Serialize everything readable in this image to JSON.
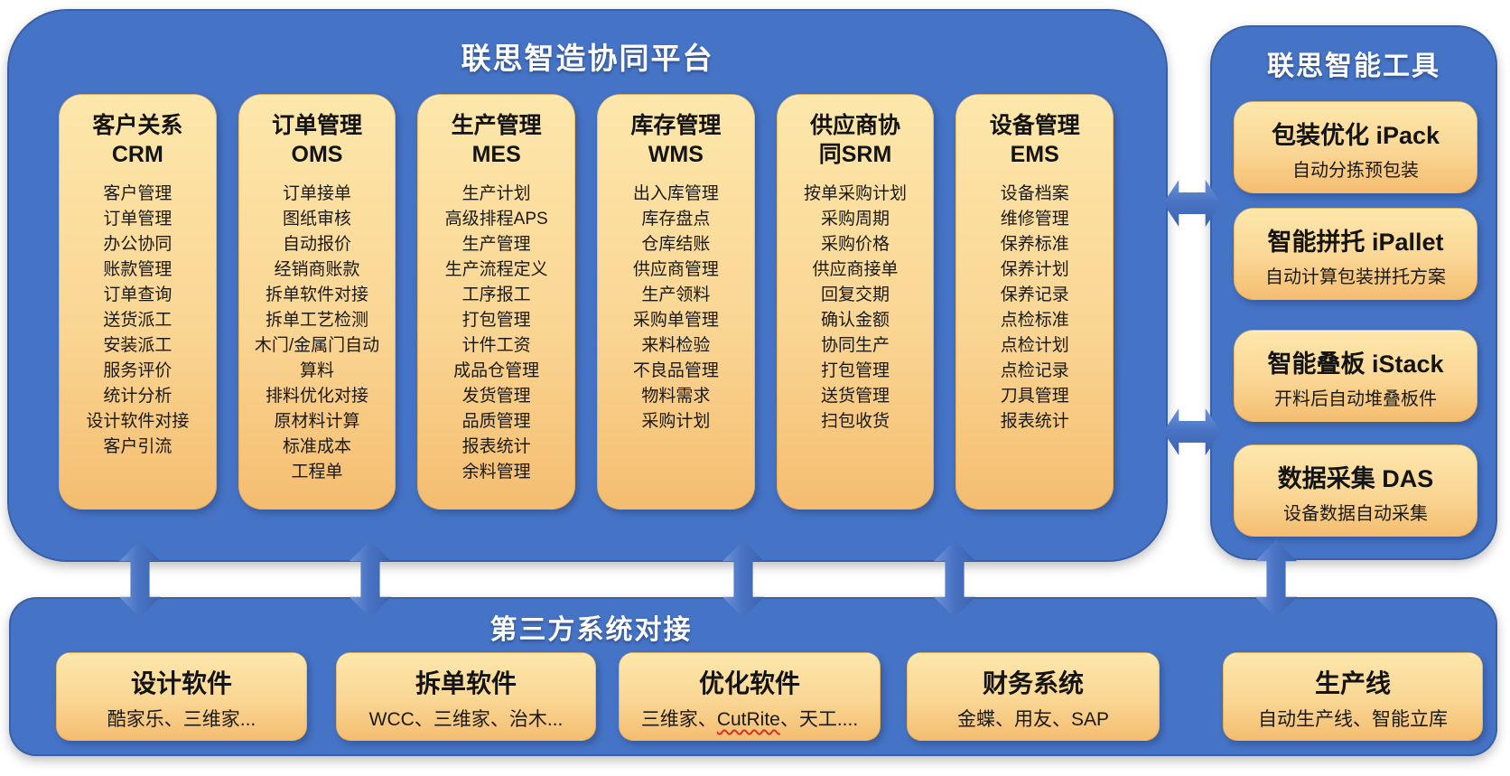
{
  "platform": {
    "title": "联思智造协同平台",
    "columns": [
      {
        "name": "客户关系",
        "code": "CRM",
        "items": [
          "客户管理",
          "订单管理",
          "办公协同",
          "账款管理",
          "订单查询",
          "送货派工",
          "安装派工",
          "服务评价",
          "统计分析",
          "设计软件对接",
          "客户引流"
        ]
      },
      {
        "name": "订单管理",
        "code": "OMS",
        "items": [
          "订单接单",
          "图纸审核",
          "自动报价",
          "经销商账款",
          "拆单软件对接",
          "拆单工艺检测",
          "木门/金属门自动算料",
          "排料优化对接",
          "原材料计算",
          "标准成本",
          "工程单"
        ]
      },
      {
        "name": "生产管理",
        "code": "MES",
        "items": [
          "生产计划",
          "高级排程APS",
          "生产管理",
          "生产流程定义",
          "工序报工",
          "打包管理",
          "计件工资",
          "成品仓管理",
          "发货管理",
          "品质管理",
          "报表统计",
          "余料管理"
        ]
      },
      {
        "name": "库存管理",
        "code": "WMS",
        "items": [
          "出入库管理",
          "库存盘点",
          "仓库结账",
          "供应商管理",
          "生产领料",
          "采购单管理",
          "来料检验",
          "不良品管理",
          "物料需求",
          "采购计划"
        ]
      },
      {
        "name": "供应商协",
        "code": "同SRM",
        "items": [
          "按单采购计划",
          "采购周期",
          "采购价格",
          "供应商接单",
          "回复交期",
          "确认金额",
          "协同生产",
          "打包管理",
          "送货管理",
          "扫包收货"
        ]
      },
      {
        "name": "设备管理",
        "code": "EMS",
        "items": [
          "设备档案",
          "维修管理",
          "保养标准",
          "保养计划",
          "保养记录",
          "点检标准",
          "点检计划",
          "点检记录",
          "刀具管理",
          "报表统计"
        ]
      }
    ]
  },
  "tools": {
    "title": "联思智能工具",
    "cards": [
      {
        "title": "包装优化 iPack",
        "subtitle": "自动分拣预包装"
      },
      {
        "title": "智能拼托 iPallet",
        "subtitle": "自动计算包装拼托方案"
      },
      {
        "title": "智能叠板 iStack",
        "subtitle": "开料后自动堆叠板件"
      },
      {
        "title": "数据采集 DAS",
        "subtitle": "设备数据自动采集"
      }
    ]
  },
  "third_party": {
    "title": "第三方系统对接",
    "cards": [
      {
        "title": "设计软件",
        "subtitle": "酷家乐、三维家..."
      },
      {
        "title": "拆单软件",
        "subtitle": "WCC、三维家、治木..."
      },
      {
        "title": "优化软件",
        "sub_pre": "三维家、",
        "sub_marked": "CutRite",
        "sub_post": "、天工...."
      },
      {
        "title": "财务系统",
        "subtitle": "金蝶、用友、SAP"
      },
      {
        "title": "生产线",
        "subtitle": "自动生产线、智能立库"
      }
    ]
  },
  "colors": {
    "panel_blue": "#4573C6",
    "arrow_blue": "#4A74C4",
    "card_gold_top": "#FDE7AB",
    "card_gold_bottom": "#F4BD70",
    "title_text": "#FFFFFF",
    "card_text": "#141414",
    "spellcheck_red": "#D93025"
  }
}
